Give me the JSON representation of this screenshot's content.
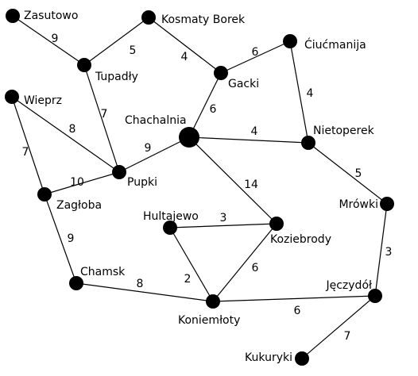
{
  "graph": {
    "nodes": [
      {
        "id": "zasutowo",
        "label": "Zasutowo"
      },
      {
        "id": "kosmaty",
        "label": "Kosmaty Borek"
      },
      {
        "id": "tupadly",
        "label": "Tupadły"
      },
      {
        "id": "ciucmanija",
        "label": "Ćiućmanija"
      },
      {
        "id": "gacki",
        "label": "Gacki"
      },
      {
        "id": "wieprz",
        "label": "Wieprz"
      },
      {
        "id": "chachalnia",
        "label": "Chachalnia"
      },
      {
        "id": "nietoperek",
        "label": "Nietoperek"
      },
      {
        "id": "pupki",
        "label": "Pupki"
      },
      {
        "id": "zagloba",
        "label": "Zagłoba"
      },
      {
        "id": "mrowki",
        "label": "Mrówki"
      },
      {
        "id": "hultajewo",
        "label": "Hultajewo"
      },
      {
        "id": "koziebrody",
        "label": "Koziebrody"
      },
      {
        "id": "chamsk",
        "label": "Chamsk"
      },
      {
        "id": "jeczydol",
        "label": "Jęczydół"
      },
      {
        "id": "koniemloty",
        "label": "Koniemłoty"
      },
      {
        "id": "kukuryki",
        "label": "Kukuryki"
      }
    ],
    "edges": [
      {
        "from": "zasutowo",
        "to": "tupadly",
        "weight": "9"
      },
      {
        "from": "tupadly",
        "to": "kosmaty",
        "weight": "5"
      },
      {
        "from": "kosmaty",
        "to": "gacki",
        "weight": "4"
      },
      {
        "from": "gacki",
        "to": "ciucmanija",
        "weight": "6"
      },
      {
        "from": "ciucmanija",
        "to": "nietoperek",
        "weight": "4"
      },
      {
        "from": "tupadly",
        "to": "pupki",
        "weight": "7"
      },
      {
        "from": "gacki",
        "to": "chachalnia",
        "weight": "6"
      },
      {
        "from": "chachalnia",
        "to": "nietoperek",
        "weight": "4"
      },
      {
        "from": "wieprz",
        "to": "pupki",
        "weight": "8"
      },
      {
        "from": "wieprz",
        "to": "zagloba",
        "weight": "7"
      },
      {
        "from": "pupki",
        "to": "chachalnia",
        "weight": "9"
      },
      {
        "from": "zagloba",
        "to": "pupki",
        "weight": "10"
      },
      {
        "from": "chachalnia",
        "to": "koziebrody",
        "weight": "14"
      },
      {
        "from": "nietoperek",
        "to": "mrowki",
        "weight": "5"
      },
      {
        "from": "zagloba",
        "to": "chamsk",
        "weight": "9"
      },
      {
        "from": "hultajewo",
        "to": "koziebrody",
        "weight": "3"
      },
      {
        "from": "hultajewo",
        "to": "koniemloty",
        "weight": "2"
      },
      {
        "from": "koziebrody",
        "to": "koniemloty",
        "weight": "6"
      },
      {
        "from": "mrowki",
        "to": "jeczydol",
        "weight": "3"
      },
      {
        "from": "chamsk",
        "to": "koniemloty",
        "weight": "8"
      },
      {
        "from": "koniemloty",
        "to": "jeczydol",
        "weight": "6"
      },
      {
        "from": "jeczydol",
        "to": "kukuryki",
        "weight": "7"
      }
    ]
  }
}
